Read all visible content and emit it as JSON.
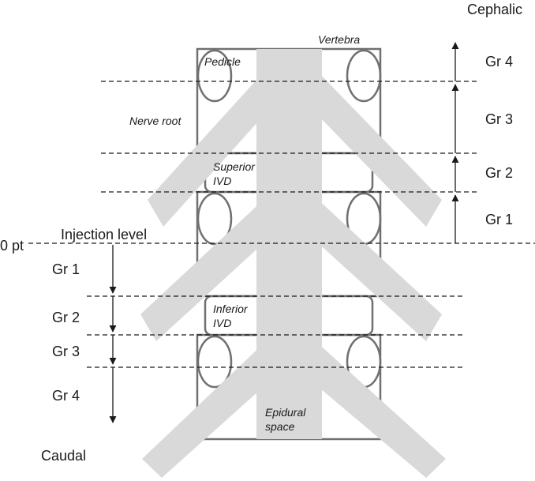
{
  "labels": {
    "cephalic": "Cephalic",
    "caudal": "Caudal",
    "zero_pt": "0 pt",
    "injection_level": "Injection level",
    "vertebra": "Vertebra",
    "pedicle": "Pedicle",
    "nerve_root": "Nerve root",
    "superior_ivd_1": "Superior",
    "superior_ivd_2": "IVD",
    "inferior_ivd_1": "Inferior",
    "inferior_ivd_2": "IVD",
    "epidural_1": "Epidural",
    "epidural_2": "space"
  },
  "grades_cephalic": [
    "Gr 4",
    "Gr 3",
    "Gr 2",
    "Gr 1"
  ],
  "grades_caudal": [
    "Gr 1",
    "Gr 2",
    "Gr 3",
    "Gr 4"
  ],
  "colors": {
    "band": "#d9d9d9",
    "outline": "#707070",
    "line": "#1a1a1a"
  }
}
